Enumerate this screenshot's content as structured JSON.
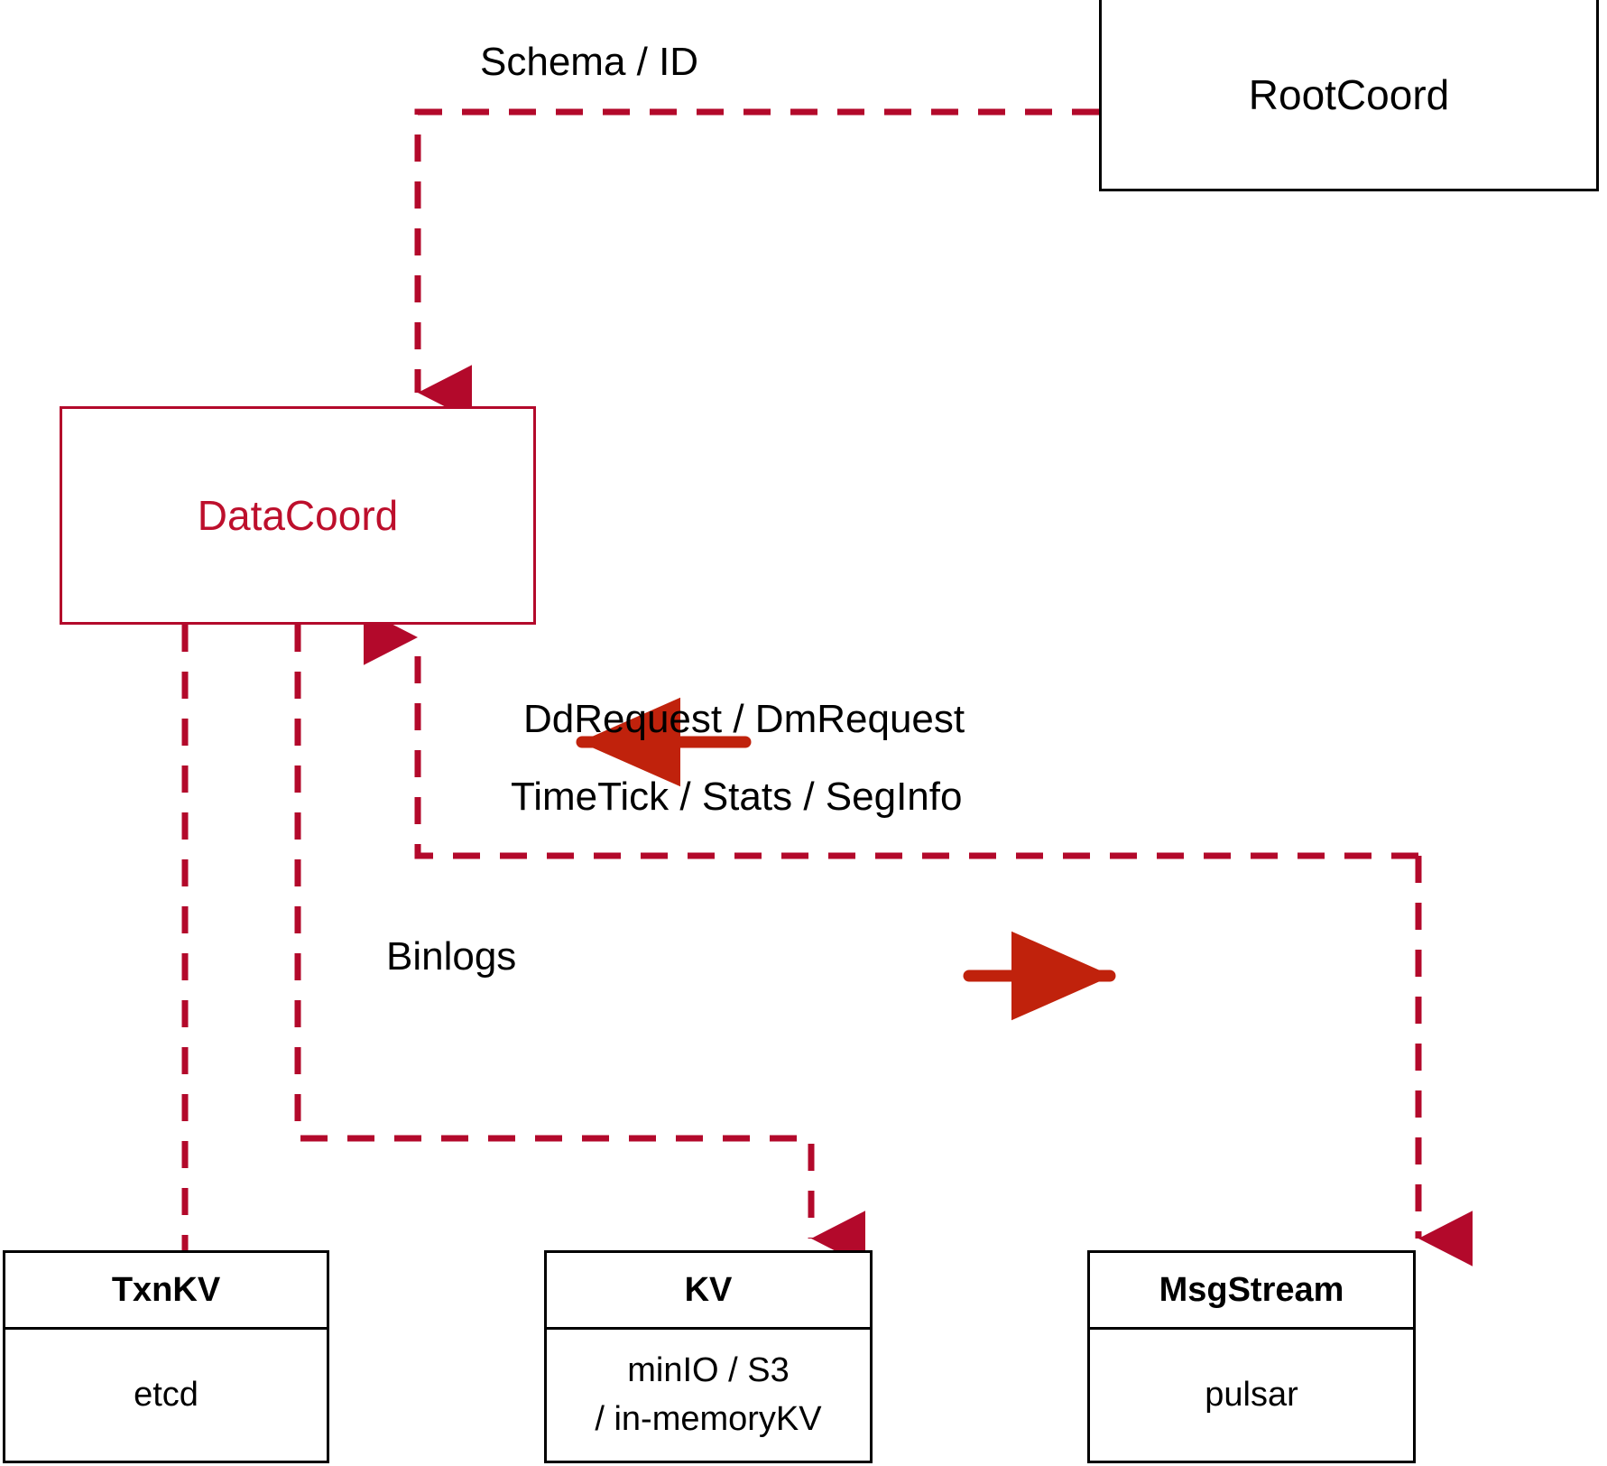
{
  "diagram": {
    "title": "DataCoord component architecture",
    "colors": {
      "box_black": "#000000",
      "box_red": "#B3092B",
      "text_red": "#BD0F2C",
      "dashed_red": "#B3092B",
      "solid_arrow_red": "#C0220C",
      "background": "#FFFFFF"
    }
  },
  "nodes": {
    "rootcoord": {
      "label": "RootCoord"
    },
    "datacoord": {
      "label": "DataCoord"
    },
    "txnkv": {
      "header": "TxnKV",
      "line1": "etcd",
      "line2": ""
    },
    "kv": {
      "header": "KV",
      "line1": "minIO / S3",
      "line2": "/ in-memoryKV"
    },
    "msgstream": {
      "header": "MsgStream",
      "line1": "pulsar",
      "line2": ""
    }
  },
  "edge_labels": {
    "schema_id": "Schema / ID",
    "dd_dm_request": "DdRequest / DmRequest",
    "timetick_stats_seginfo": "TimeTick / Stats / SegInfo",
    "binlogs": "Binlogs"
  },
  "edges": [
    {
      "name": "rootcoord-to-datacoord",
      "label": "Schema / ID",
      "style": "dashed",
      "direction": "down",
      "from": "rootcoord",
      "to": "datacoord"
    },
    {
      "name": "msgstream-to-datacoord",
      "label": "DdRequest / DmRequest",
      "style": "solid",
      "direction": "left",
      "from": "msgstream",
      "to": "datacoord"
    },
    {
      "name": "datacoord-to-msgstream",
      "label": "TimeTick / Stats / SegInfo",
      "style": "solid",
      "direction": "right",
      "from": "datacoord",
      "to": "msgstream"
    },
    {
      "name": "datacoord-to-kv",
      "label": "Binlogs",
      "style": "dashed",
      "direction": "down",
      "from": "datacoord",
      "to": "kv"
    },
    {
      "name": "datacoord-to-txnkv",
      "label": "",
      "style": "dashed",
      "direction": "down",
      "from": "datacoord",
      "to": "txnkv"
    },
    {
      "name": "datacoord-to-msgstream-dashed",
      "label": "",
      "style": "dashed",
      "direction": "down",
      "from": "datacoord",
      "to": "msgstream"
    }
  ]
}
